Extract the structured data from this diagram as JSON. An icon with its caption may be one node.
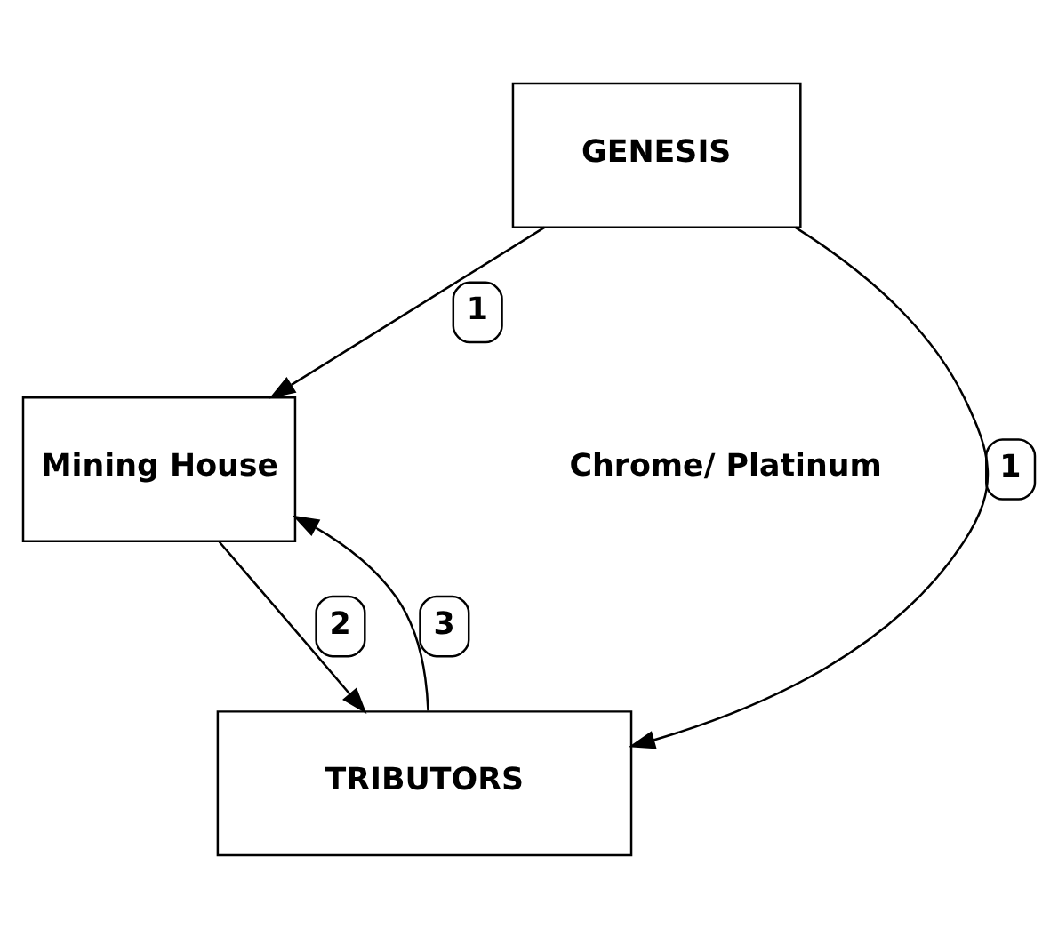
{
  "diagram": {
    "nodes": [
      {
        "text": [
          "GENESIS"
        ]
      },
      {
        "text": [
          "Mining House"
        ]
      },
      {
        "text": [
          "TRIBUTORS"
        ]
      }
    ],
    "edges": [
      {
        "from": 0,
        "to": 1,
        "arrow": "to",
        "label": "1"
      },
      {
        "from": 0,
        "to": 2,
        "arrow": "to",
        "label": "1"
      },
      {
        "from": 1,
        "to": 2,
        "arrow": "to",
        "label": "2"
      },
      {
        "from": 2,
        "to": 1,
        "arrow": "to",
        "label": "3"
      }
    ],
    "labels": [
      "Chrome/ Platinum"
    ]
  }
}
